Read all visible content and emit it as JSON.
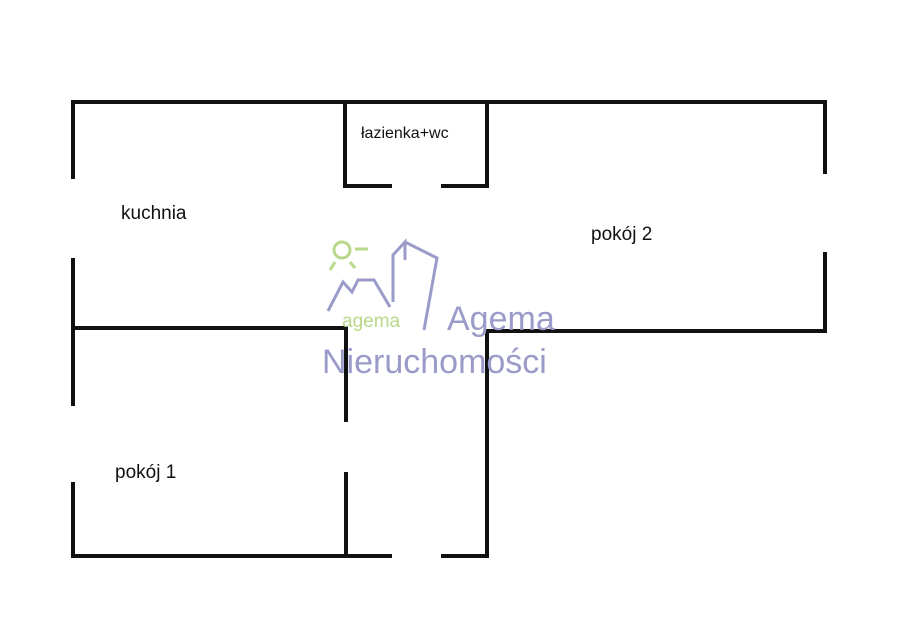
{
  "rooms": {
    "kitchen": "kuchnia",
    "bathroom": "łazienka+wc",
    "room1": "pokój 1",
    "room2": "pokój 2"
  },
  "watermark": {
    "logo_text": "agema",
    "line1": "Agema",
    "line2": "Nieruchomości",
    "colors": {
      "text": "#9b9bc9",
      "sun": "#b9d88a"
    }
  }
}
